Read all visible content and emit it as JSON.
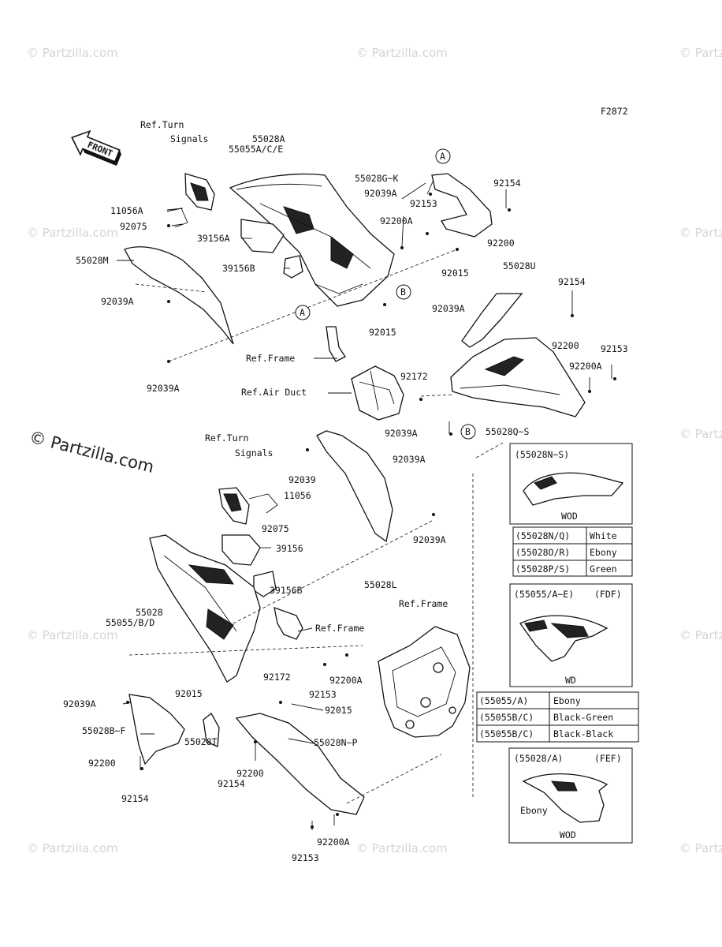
{
  "drawing_code": "F2872",
  "front_label": "FRONT",
  "watermark": "© Partzilla.com",
  "watermark_main": "© Partzilla.com",
  "callouts": [
    {
      "id": "c01",
      "text": "Ref.Turn"
    },
    {
      "id": "c02",
      "text": "Signals"
    },
    {
      "id": "c03",
      "text": "55028A"
    },
    {
      "id": "c04",
      "text": "55055A/C/E"
    },
    {
      "id": "c05",
      "text": "11056A"
    },
    {
      "id": "c06",
      "text": "92075"
    },
    {
      "id": "c07",
      "text": "39156A"
    },
    {
      "id": "c08",
      "text": "55028M"
    },
    {
      "id": "c09",
      "text": "39156B"
    },
    {
      "id": "c10",
      "text": "92039A"
    },
    {
      "id": "c11",
      "text": "92039A"
    },
    {
      "id": "c12",
      "text": "Ref.Frame"
    },
    {
      "id": "c13",
      "text": "55028G~K"
    },
    {
      "id": "c14",
      "text": "92039A"
    },
    {
      "id": "c15",
      "text": "92153"
    },
    {
      "id": "c16",
      "text": "92154"
    },
    {
      "id": "c17",
      "text": "92200A"
    },
    {
      "id": "c18",
      "text": "92200"
    },
    {
      "id": "c19",
      "text": "92015"
    },
    {
      "id": "c20",
      "text": "92015"
    },
    {
      "id": "c21",
      "text": "55028U"
    },
    {
      "id": "c22",
      "text": "92154"
    },
    {
      "id": "c23",
      "text": "92039A"
    },
    {
      "id": "c24",
      "text": "92200"
    },
    {
      "id": "c25",
      "text": "92153"
    },
    {
      "id": "c26",
      "text": "92200A"
    },
    {
      "id": "c27",
      "text": "92172"
    },
    {
      "id": "c28",
      "text": "Ref.Air Duct"
    },
    {
      "id": "c29",
      "text": "92039A"
    },
    {
      "id": "c30",
      "text": "55028Q~S"
    },
    {
      "id": "c31",
      "text": "Ref.Turn"
    },
    {
      "id": "c32",
      "text": "Signals"
    },
    {
      "id": "c33",
      "text": "92039"
    },
    {
      "id": "c34",
      "text": "92039A"
    },
    {
      "id": "c35",
      "text": "11056"
    },
    {
      "id": "c36",
      "text": "92075"
    },
    {
      "id": "c37",
      "text": "39156"
    },
    {
      "id": "c38",
      "text": "92039A"
    },
    {
      "id": "c39",
      "text": "39156B"
    },
    {
      "id": "c40",
      "text": "55028L"
    },
    {
      "id": "c41",
      "text": "55028"
    },
    {
      "id": "c42",
      "text": "55055/B/D"
    },
    {
      "id": "c43",
      "text": "Ref.Frame"
    },
    {
      "id": "c44",
      "text": "Ref.Frame"
    },
    {
      "id": "c45",
      "text": "92172"
    },
    {
      "id": "c46",
      "text": "92200A"
    },
    {
      "id": "c47",
      "text": "92153"
    },
    {
      "id": "c48",
      "text": "92039A"
    },
    {
      "id": "c49",
      "text": "92015"
    },
    {
      "id": "c50",
      "text": "92015"
    },
    {
      "id": "c51",
      "text": "55028B~F"
    },
    {
      "id": "c52",
      "text": "55028T"
    },
    {
      "id": "c53",
      "text": "55028N~P"
    },
    {
      "id": "c54",
      "text": "92200"
    },
    {
      "id": "c55",
      "text": "92200"
    },
    {
      "id": "c56",
      "text": "92154"
    },
    {
      "id": "c57",
      "text": "92154"
    },
    {
      "id": "c58",
      "text": "92200A"
    },
    {
      "id": "c59",
      "text": "92153"
    }
  ],
  "ref_markers": [
    "A",
    "A",
    "B",
    "B"
  ],
  "inset_boxes": {
    "box1": {
      "heading": "(55028N~S)",
      "tag": "WOD"
    },
    "color_table_1": [
      {
        "code": "(55028N/Q)",
        "color": "White"
      },
      {
        "code": "(55028O/R)",
        "color": "Ebony"
      },
      {
        "code": "(55028P/S)",
        "color": "Green"
      }
    ],
    "box2": {
      "heading": "(55055/A~E)",
      "note": "(FDF)",
      "tag": "WD"
    },
    "color_table_2": [
      {
        "code": "(55055/A)",
        "color": "Ebony"
      },
      {
        "code": "(55055B/C)",
        "color": "Black-Green"
      },
      {
        "code": "(55055B/C)",
        "color": "Black-Black"
      }
    ],
    "box3": {
      "heading": "(55028/A)",
      "note": "(FEF)",
      "color_label": "Ebony",
      "tag": "WOD"
    }
  }
}
